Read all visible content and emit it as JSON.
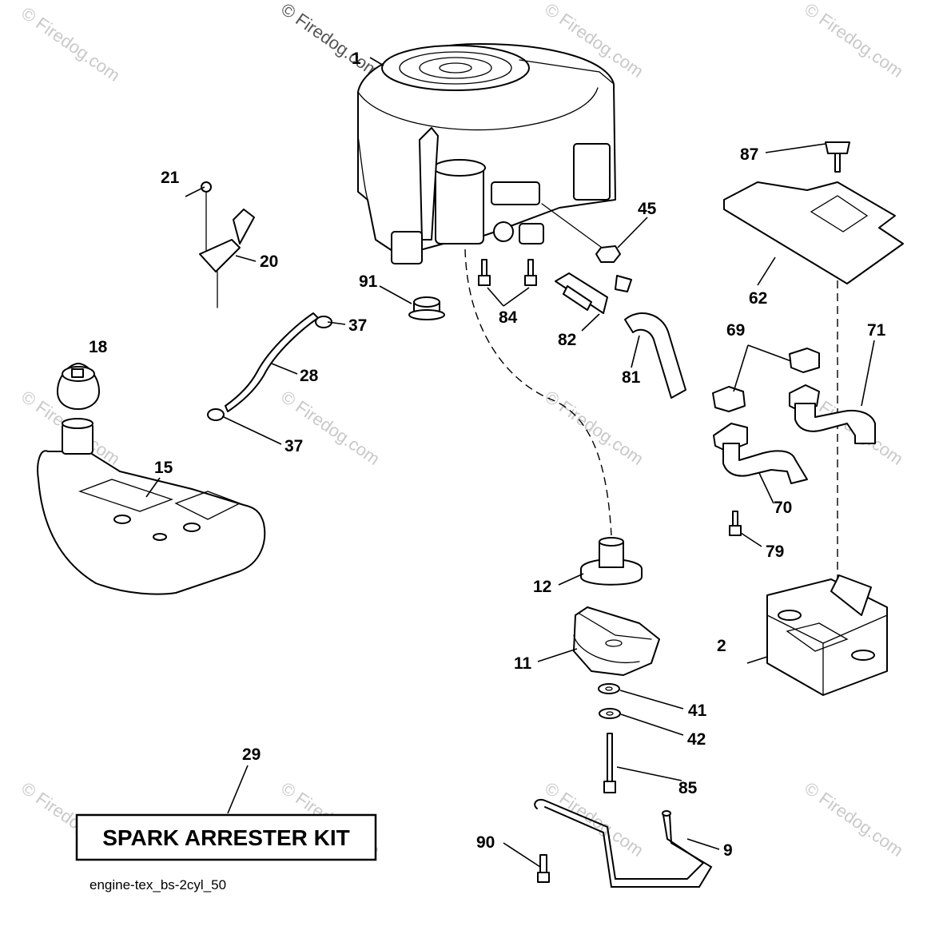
{
  "watermark": {
    "brand": "© Firedog.com"
  },
  "kit_box": {
    "label": "SPARK ARRESTER KIT"
  },
  "figure_ref": "engine-tex_bs-2cyl_50",
  "callouts": {
    "c1": "1",
    "c2": "2",
    "c9": "9",
    "c11": "11",
    "c12": "12",
    "c15": "15",
    "c18": "18",
    "c20": "20",
    "c21": "21",
    "c28": "28",
    "c29": "29",
    "c37a": "37",
    "c37b": "37",
    "c41": "41",
    "c42": "42",
    "c45": "45",
    "c62": "62",
    "c69": "69",
    "c70": "70",
    "c71": "71",
    "c79": "79",
    "c81": "81",
    "c82": "82",
    "c84": "84",
    "c85": "85",
    "c87": "87",
    "c90": "90",
    "c91": "91"
  }
}
